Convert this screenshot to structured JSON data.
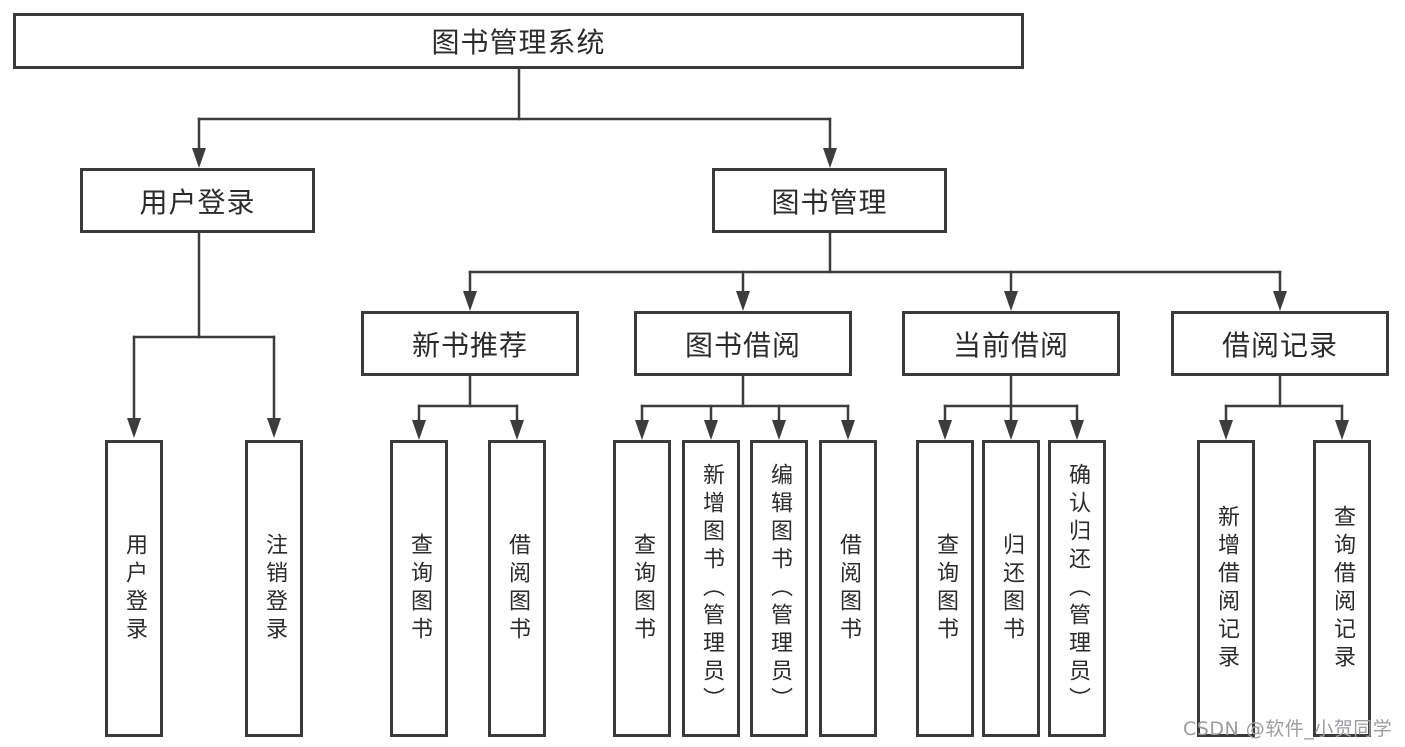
{
  "diagram": {
    "root": {
      "label": "图书管理系统"
    },
    "branches": [
      {
        "label": "用户登录",
        "children": [
          "用户登录",
          "注销登录"
        ]
      },
      {
        "label": "图书管理",
        "subgroups": [
          {
            "label": "新书推荐",
            "children": [
              "查询图书",
              "借阅图书"
            ]
          },
          {
            "label": "图书借阅",
            "children": [
              "查询图书",
              "新增图书（管理员）",
              "编辑图书（管理员）",
              "借阅图书"
            ]
          },
          {
            "label": "当前借阅",
            "children": [
              "查询图书",
              "归还图书",
              "确认归还（管理员）"
            ]
          },
          {
            "label": "借阅记录",
            "children": [
              "新增借阅记录",
              "查询借阅记录"
            ]
          }
        ]
      }
    ]
  },
  "colors": {
    "line": "#3c3c3c",
    "box_border": "#3a3a3a",
    "text": "#2b2b2b",
    "watermark": "#9d9da1"
  },
  "watermark": {
    "text": "CSDN @软件_小贺同学"
  }
}
